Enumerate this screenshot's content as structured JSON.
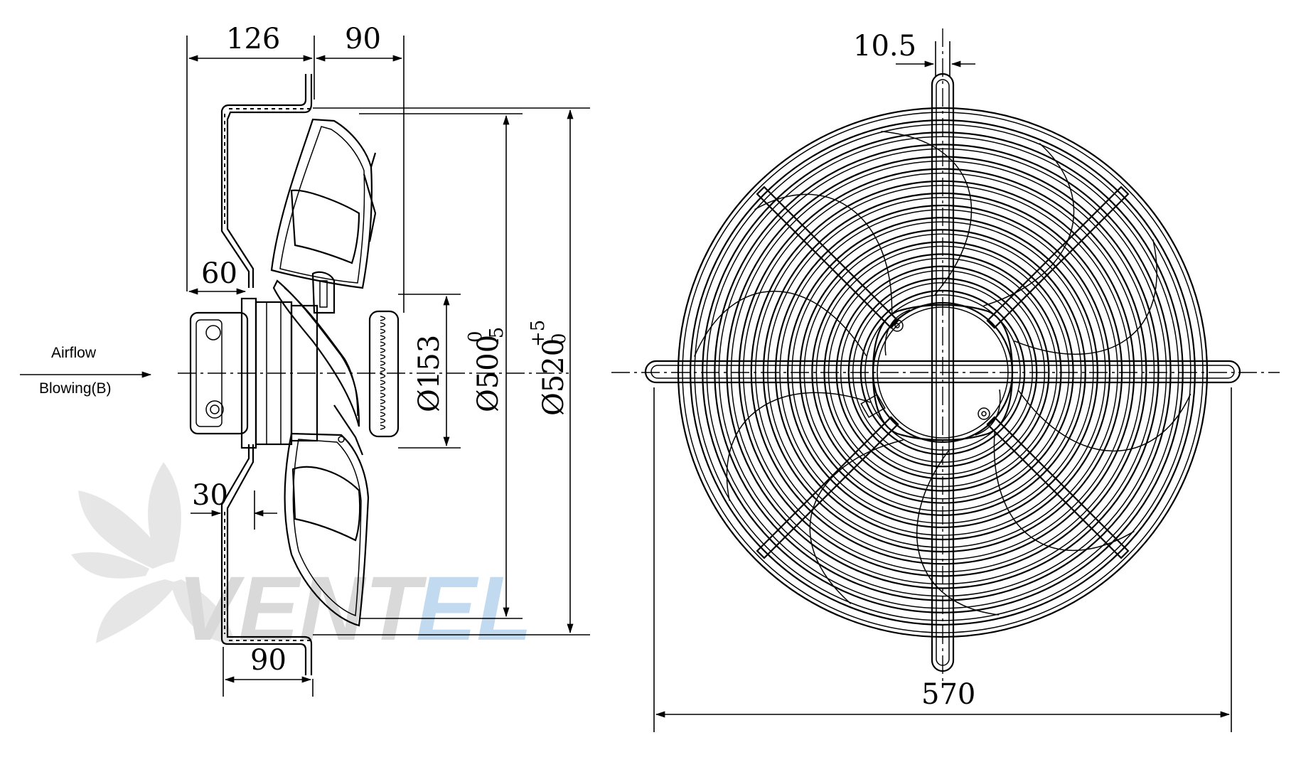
{
  "side_view": {
    "dims": {
      "top_left_offset": "126",
      "top_right_offset": "90",
      "motor_depth": "60",
      "bottom_offset": "30",
      "bottom_width": "90",
      "hub_diameter": "Ø153",
      "blade_diameter": "Ø500",
      "blade_tol_upper": "0",
      "blade_tol_lower": "-5",
      "ring_diameter": "Ø520",
      "ring_tol_upper": "+5",
      "ring_tol_lower": "0"
    },
    "labels": {
      "airflow": "Airflow",
      "blowing": "Blowing(B)"
    }
  },
  "front_view": {
    "dims": {
      "bar_width": "10.5",
      "guard_width": "570"
    },
    "guard": {
      "ring_count": 17,
      "spoke_count": 8,
      "blade_count": 5
    }
  },
  "watermark": {
    "brand_part1": "VENT",
    "brand_part2": "EL",
    "color_gray": "#d5d5d5",
    "color_blue": "#bcd7ee"
  }
}
